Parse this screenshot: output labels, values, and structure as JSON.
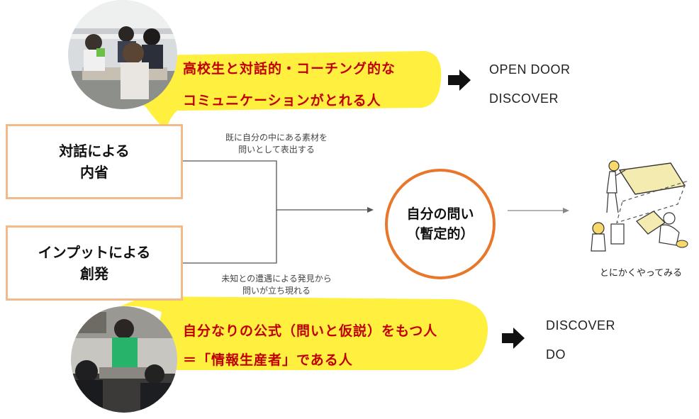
{
  "top": {
    "highlight_line1": "高校生と対話的・コーチング的な",
    "highlight_line2": "コミュニケーションがとれる人",
    "outcome_line1": "OPEN DOOR",
    "outcome_line2": "DISCOVER",
    "photo_icon": "students-talking-photo"
  },
  "box_dialogue": {
    "line1": "対話による",
    "line2": "内省"
  },
  "box_input": {
    "line1": "インプットによる",
    "line2": "創発"
  },
  "note_top": {
    "line1": "既に自分の中にある素材を",
    "line2": "問いとして表出する"
  },
  "note_bottom": {
    "line1": "未知との遭遇による発見から",
    "line2": "問いが立ち現れる"
  },
  "center": {
    "line1": "自分の問い",
    "line2": "（暫定的）"
  },
  "result": {
    "caption": "とにかくやってみる",
    "icon": "people-building-illustration"
  },
  "bottom": {
    "highlight_line1": "自分なりの公式（問いと仮説）をもつ人",
    "highlight_line2": "＝「情報生産者」である人",
    "outcome_line1": "DISCOVER",
    "outcome_line2": "DO",
    "photo_icon": "meeting-photo"
  },
  "colors": {
    "highlight": "#ffef3f",
    "accent_orange": "#e8762b",
    "box_border": "#f2b98a",
    "red_text": "#c00000"
  }
}
